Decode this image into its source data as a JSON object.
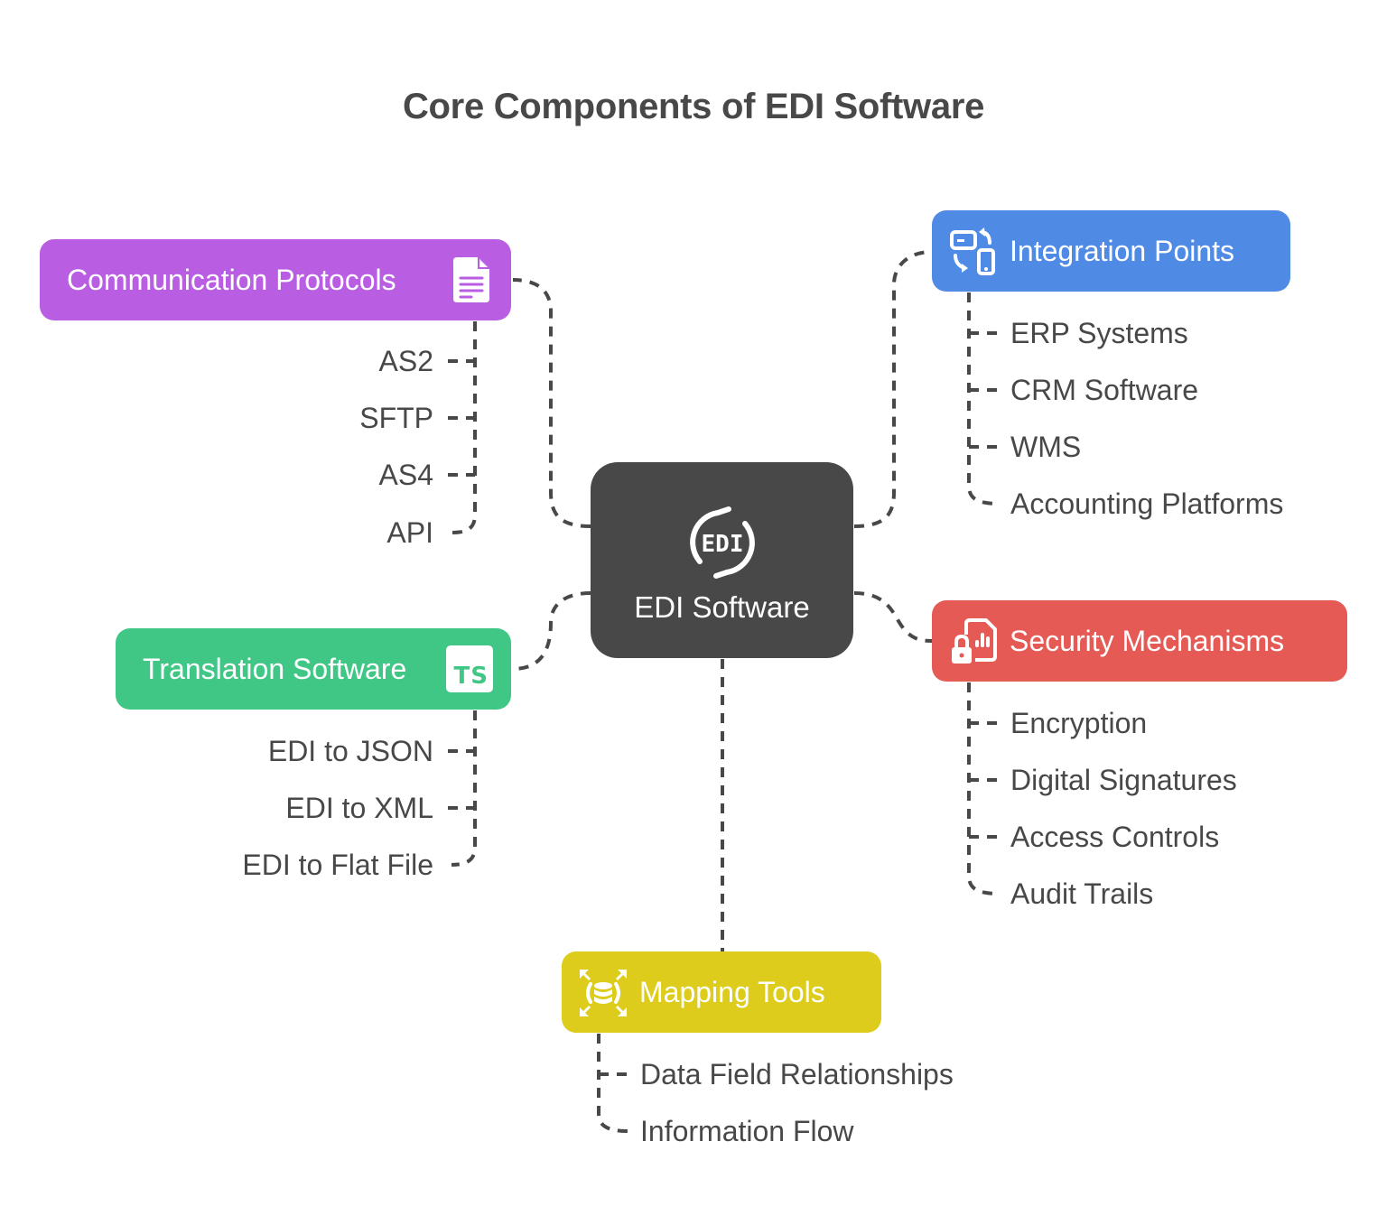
{
  "title": "Core Components of EDI Software",
  "colors": {
    "center": "#484848",
    "communication": "#b95ee3",
    "integration": "#4f8ae5",
    "security": "#e55a55",
    "translation": "#40c785",
    "mapping": "#ddcc1b",
    "connector": "#484848",
    "text": "#484848"
  },
  "center": {
    "label": "EDI Software",
    "icon": "edi-sync-icon"
  },
  "branches": {
    "communication": {
      "label": "Communication Protocols",
      "icon": "document-icon",
      "items": [
        "AS2",
        "SFTP",
        "AS4",
        "API"
      ]
    },
    "integration": {
      "label": "Integration Points",
      "icon": "device-sync-icon",
      "items": [
        "ERP Systems",
        "CRM Software",
        "WMS",
        "Accounting Platforms"
      ]
    },
    "security": {
      "label": "Security Mechanisms",
      "icon": "secure-report-icon",
      "items": [
        "Encryption",
        "Digital Signatures",
        "Access Controls",
        "Audit Trails"
      ]
    },
    "translation": {
      "label": "Translation Software",
      "icon": "typescript-icon",
      "icon_text": "TS",
      "items": [
        "EDI to JSON",
        "EDI to XML",
        "EDI to Flat File"
      ]
    },
    "mapping": {
      "label": "Mapping Tools",
      "icon": "database-expand-icon",
      "items": [
        "Data Field Relationships",
        "Information Flow"
      ]
    }
  }
}
